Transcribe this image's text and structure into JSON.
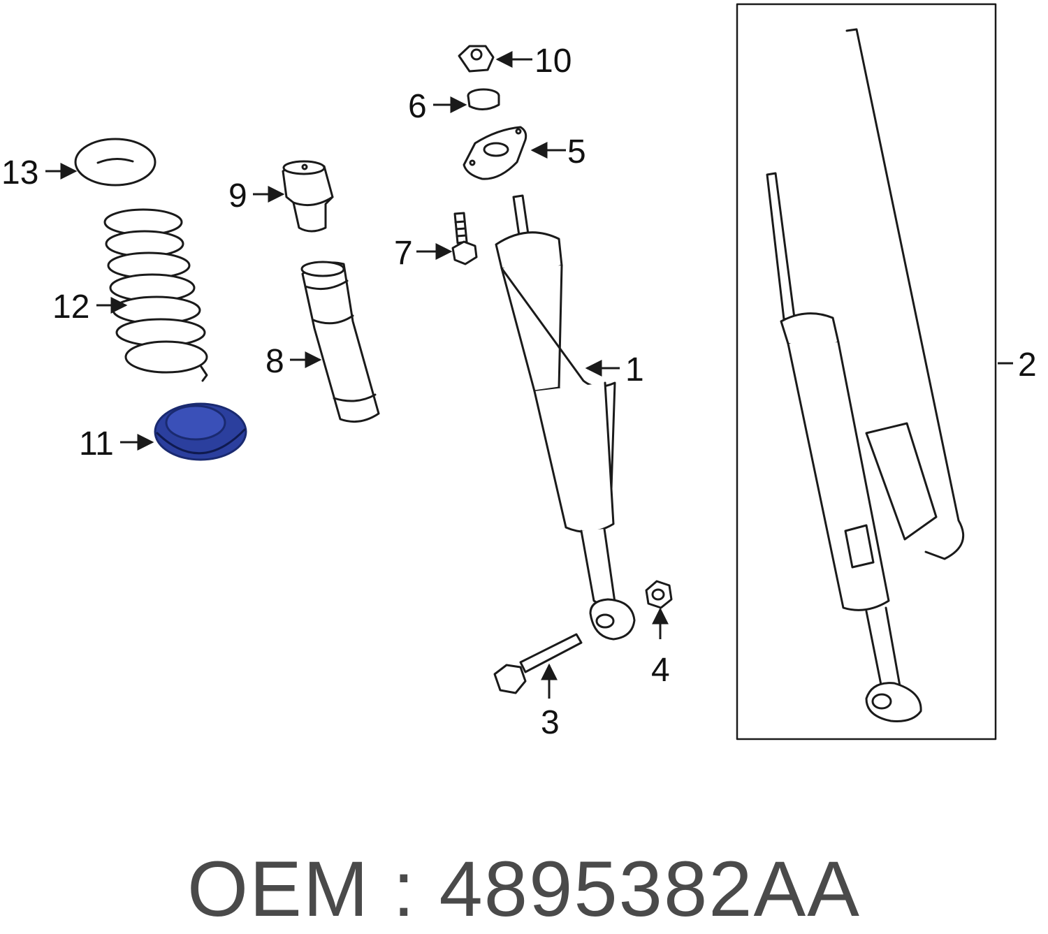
{
  "diagram": {
    "callouts": [
      {
        "id": "callout-1",
        "number": "1"
      },
      {
        "id": "callout-2",
        "number": "2"
      },
      {
        "id": "callout-3",
        "number": "3"
      },
      {
        "id": "callout-4",
        "number": "4"
      },
      {
        "id": "callout-5",
        "number": "5"
      },
      {
        "id": "callout-6",
        "number": "6"
      },
      {
        "id": "callout-7",
        "number": "7"
      },
      {
        "id": "callout-8",
        "number": "8"
      },
      {
        "id": "callout-9",
        "number": "9"
      },
      {
        "id": "callout-10",
        "number": "10"
      },
      {
        "id": "callout-11",
        "number": "11"
      },
      {
        "id": "callout-12",
        "number": "12"
      },
      {
        "id": "callout-13",
        "number": "13"
      }
    ],
    "highlighted_part": "11",
    "colors": {
      "line": "#1a1a1a",
      "highlight": "#2b3f9e",
      "highlight_dark": "#1a2a70",
      "caption": "#4a4a4a"
    }
  },
  "caption": {
    "text": "OEM : 4895382AA"
  }
}
